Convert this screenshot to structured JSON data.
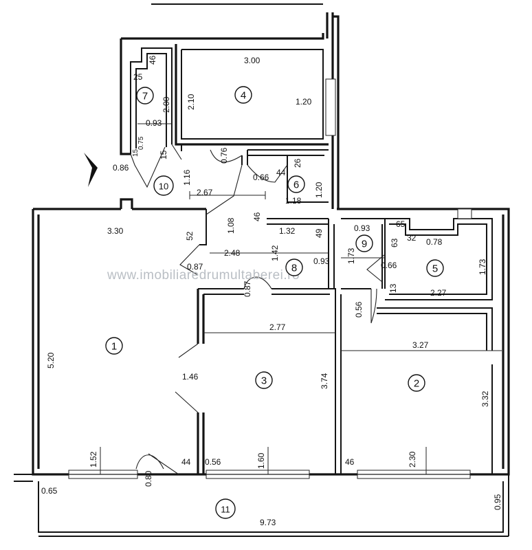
{
  "watermark": "www.imobiliaredrumultaberei.ro",
  "rooms": [
    {
      "id": "1"
    },
    {
      "id": "2"
    },
    {
      "id": "3"
    },
    {
      "id": "4"
    },
    {
      "id": "5"
    },
    {
      "id": "6"
    },
    {
      "id": "7"
    },
    {
      "id": "8"
    },
    {
      "id": "9"
    },
    {
      "id": "10"
    },
    {
      "id": "11"
    }
  ],
  "dimensions": [
    "3.00",
    "2.10",
    "1.20",
    "46",
    "25",
    "2.00",
    "0.93",
    "0.75",
    "15",
    "15",
    "0.76",
    "0.86",
    "1.16",
    "2.67",
    "0.66",
    "44",
    "26",
    "1.20",
    "1.18",
    "3.30",
    "52",
    "1.08",
    "46",
    "1.32",
    "49",
    "0.93",
    "65",
    "63",
    "32",
    "0.78",
    "1.73",
    "2.48",
    "1.42",
    "0.87",
    "0.93",
    "1.73",
    "0.66",
    "13",
    "2.27",
    "0.87",
    "0.56",
    "2.77",
    "5.20",
    "1.46",
    "3.74",
    "3.27",
    "3.32",
    "1.52",
    "0.80",
    "44",
    "0.56",
    "1.60",
    "46",
    "2.30",
    "0.65",
    "9.73",
    "0.95"
  ]
}
